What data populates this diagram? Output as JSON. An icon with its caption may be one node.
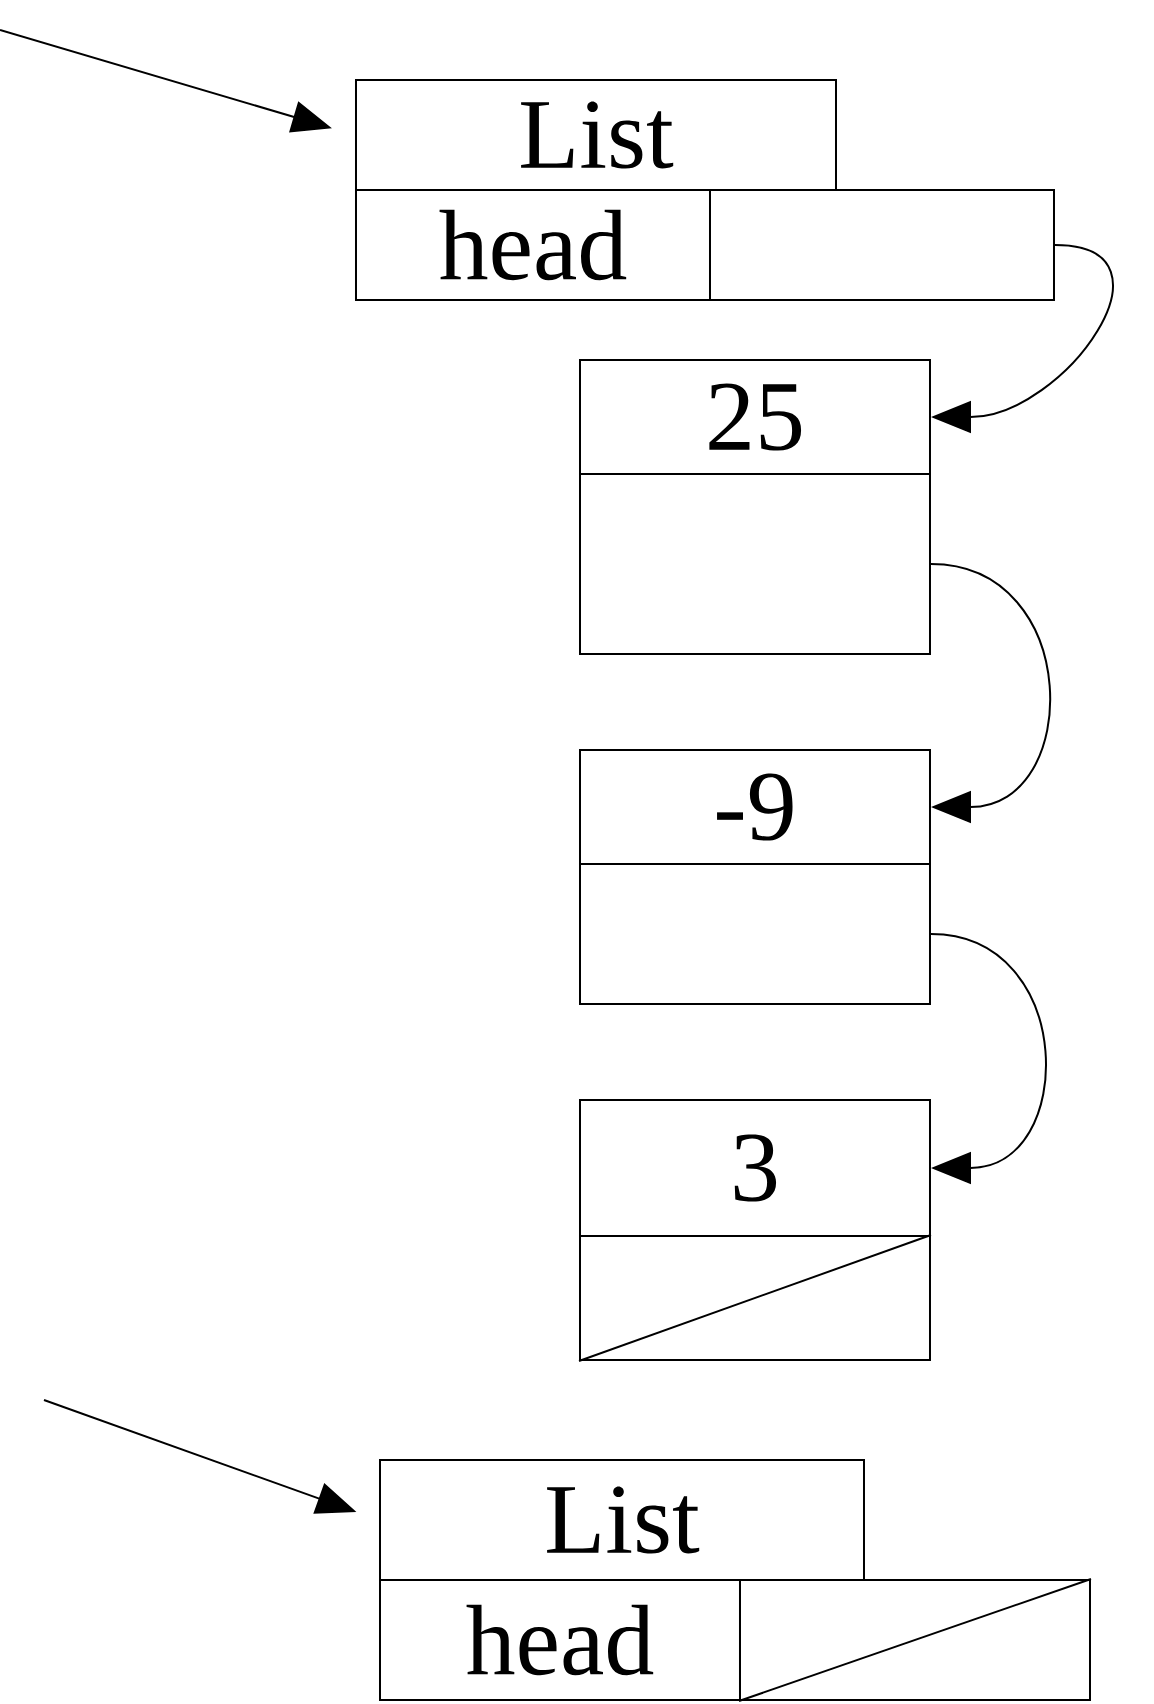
{
  "diagram": {
    "nodes": [
      {
        "text": [
          "List"
        ]
      },
      {
        "text": [
          "head"
        ]
      },
      {
        "text": [],
        "shape": "box"
      },
      {
        "text": [
          "25"
        ]
      },
      {
        "text": [],
        "shape": "box"
      },
      {
        "text": [
          "-9"
        ]
      },
      {
        "text": [],
        "shape": "box"
      },
      {
        "text": [
          "3"
        ]
      },
      {
        "text": [],
        "shape": "box"
      },
      {
        "text": [
          "List"
        ]
      },
      {
        "text": [
          "head"
        ]
      },
      {
        "text": [],
        "shape": "box"
      }
    ],
    "edges": [
      {
        "from": null,
        "to": 0,
        "arrow": "to"
      },
      {
        "from": 2,
        "to": 3,
        "arrow": "to"
      },
      {
        "from": 4,
        "to": 5,
        "arrow": "to"
      },
      {
        "from": 6,
        "to": 7,
        "arrow": "to"
      },
      {
        "from": null,
        "to": 9,
        "arrow": "to"
      }
    ]
  }
}
